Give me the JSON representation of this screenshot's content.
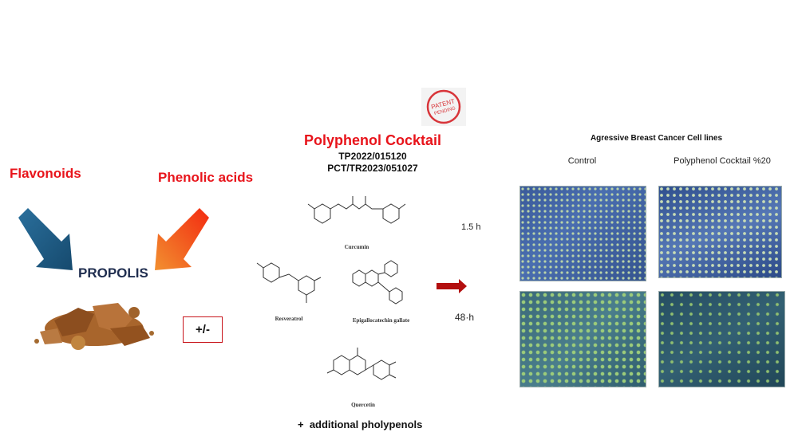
{
  "left": {
    "flavonoids": "Flavonoids",
    "phenolic_acids": "Phenolic acids",
    "propolis": "PROPOLIS",
    "plus_minus": "+/-"
  },
  "center": {
    "stamp_text": "PATENT PENDING",
    "title": "Polyphenol Cocktail",
    "code1": "TP2022/015120",
    "code2": "PCT/TR2023/051027",
    "molecules": {
      "curcumin": "Curcumin",
      "resveratrol": "Resveratrol",
      "egcg": "Epigallocatechin gallate",
      "quercetin": "Quercetin"
    },
    "footer": "+  additional pholypenols"
  },
  "timepoints": {
    "t1": "1.5 h",
    "t2": "48·h"
  },
  "right": {
    "title": "Agressive Breast Cancer Cell lines",
    "col_control": "Control",
    "col_treated": "Polyphenol Cocktail %20"
  },
  "colors": {
    "red": "#e8141b",
    "navy": "#1f2d4f",
    "arrow_blue": "#1d5f86",
    "arrow_orange": "#f06a1c",
    "arrow_dark_red": "#b30f0f"
  }
}
